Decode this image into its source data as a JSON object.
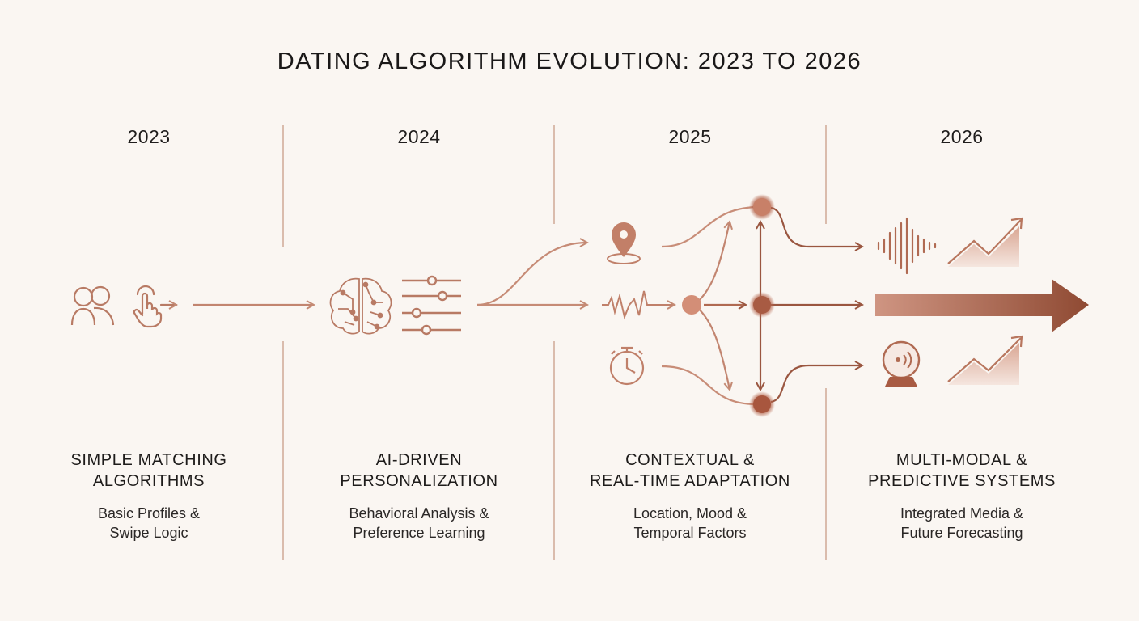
{
  "title": "DATING ALGORITHM EVOLUTION: 2023 TO 2026",
  "colors": {
    "accent": "#b8765e",
    "accent_dark": "#8a4530",
    "divider": "#c9a08c",
    "background": "#faf6f2"
  },
  "stages": [
    {
      "year": "2023",
      "heading_line1": "SIMPLE MATCHING",
      "heading_line2": "ALGORITHMS",
      "sub_line1": "Basic Profiles &",
      "sub_line2": "Swipe Logic",
      "icons": [
        "users-icon",
        "hand-swipe-icon"
      ]
    },
    {
      "year": "2024",
      "heading_line1": "AI-DRIVEN",
      "heading_line2": "PERSONALIZATION",
      "sub_line1": "Behavioral Analysis &",
      "sub_line2": "Preference Learning",
      "icons": [
        "brain-circuit-icon",
        "sliders-icon"
      ]
    },
    {
      "year": "2025",
      "heading_line1": "CONTEXTUAL &",
      "heading_line2": "REAL-TIME ADAPTATION",
      "sub_line1": "Location, Mood &",
      "sub_line2": "Temporal Factors",
      "icons": [
        "location-pin-icon",
        "heartbeat-wave-icon",
        "stopwatch-icon"
      ]
    },
    {
      "year": "2026",
      "heading_line1": "MULTI-MODAL &",
      "heading_line2": "PREDICTIVE SYSTEMS",
      "sub_line1": "Integrated Media &",
      "sub_line2": "Future Forecasting",
      "icons": [
        "sound-wave-icon",
        "trend-chart-icon",
        "crystal-ball-icon"
      ]
    }
  ]
}
